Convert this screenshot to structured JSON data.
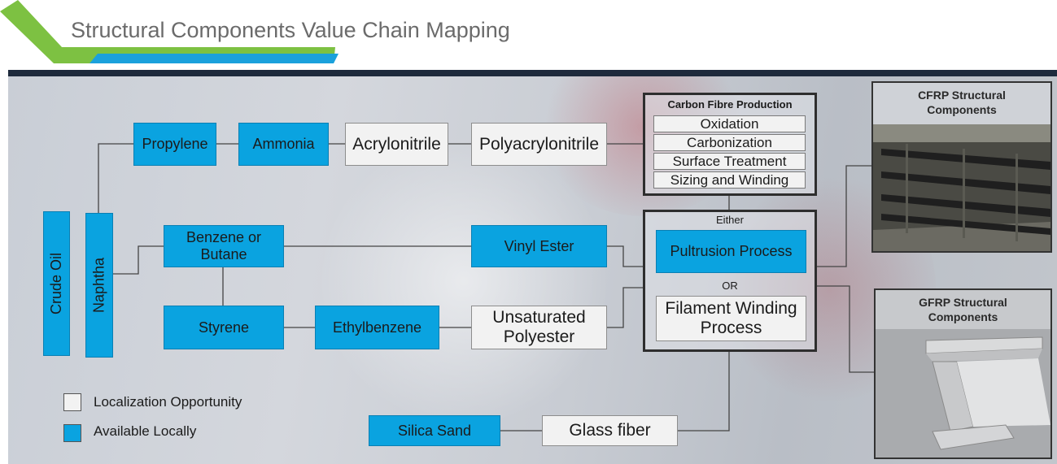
{
  "title": "Structural Components Value Chain Mapping",
  "nodes": {
    "crude_oil": "Crude Oil",
    "naphtha": "Naphtha",
    "propylene": "Propylene",
    "ammonia": "Ammonia",
    "acrylonitrile": "Acrylonitrile",
    "polyacrylonitrile": "Polyacrylonitrile",
    "benzene_butane": "Benzene or Butane",
    "vinyl_ester": "Vinyl Ester",
    "styrene": "Styrene",
    "ethylbenzene": "Ethylbenzene",
    "unsaturated_polyester": "Unsaturated Polyester",
    "silica_sand": "Silica Sand",
    "glass_fiber": "Glass fiber"
  },
  "carbon_fibre": {
    "title": "Carbon Fibre Production",
    "steps": [
      "Oxidation",
      "Carbonization",
      "Surface Treatment",
      "Sizing and Winding"
    ]
  },
  "process": {
    "either": "Either",
    "pultrusion": "Pultrusion Process",
    "or": "OR",
    "filament": "Filament Winding Process"
  },
  "outputs": {
    "cfrp": "CFRP Structural Components",
    "gfrp": "GFRP Structural Components"
  },
  "legend": {
    "localization": "Localization Opportunity",
    "available": "Available Locally"
  },
  "colors": {
    "available_locally": "#0aa3e0",
    "localization_opportunity": "#f2f2f2",
    "accent_green": "#7dc142",
    "accent_blue": "#1aa1dc"
  }
}
